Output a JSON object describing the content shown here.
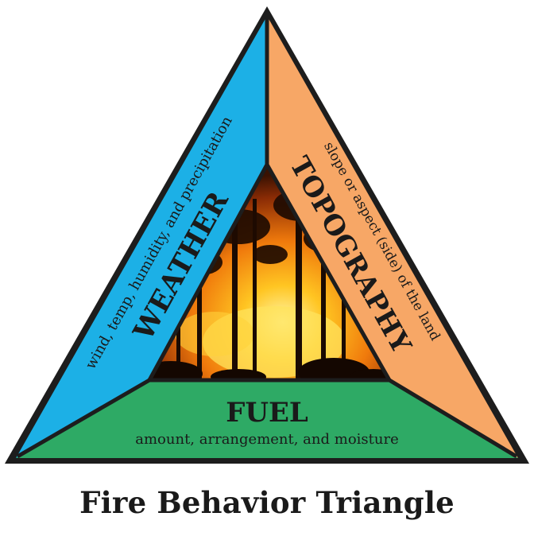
{
  "sections": {
    "weather": {
      "title": "WEATHER",
      "subtitle": "wind, temp, humidity, and precipitation",
      "color": "#1cb0e6"
    },
    "topography": {
      "title": "TOPOGRAPHY",
      "subtitle": "slope or aspect (side) of the land",
      "color": "#f7a766"
    },
    "fuel": {
      "title": "FUEL",
      "subtitle": "amount, arrangement, and moisture",
      "color": "#2eaa65"
    }
  },
  "center_image": {
    "icon": "wildfire-forest-photo"
  },
  "caption": "Fire Behavior Triangle"
}
